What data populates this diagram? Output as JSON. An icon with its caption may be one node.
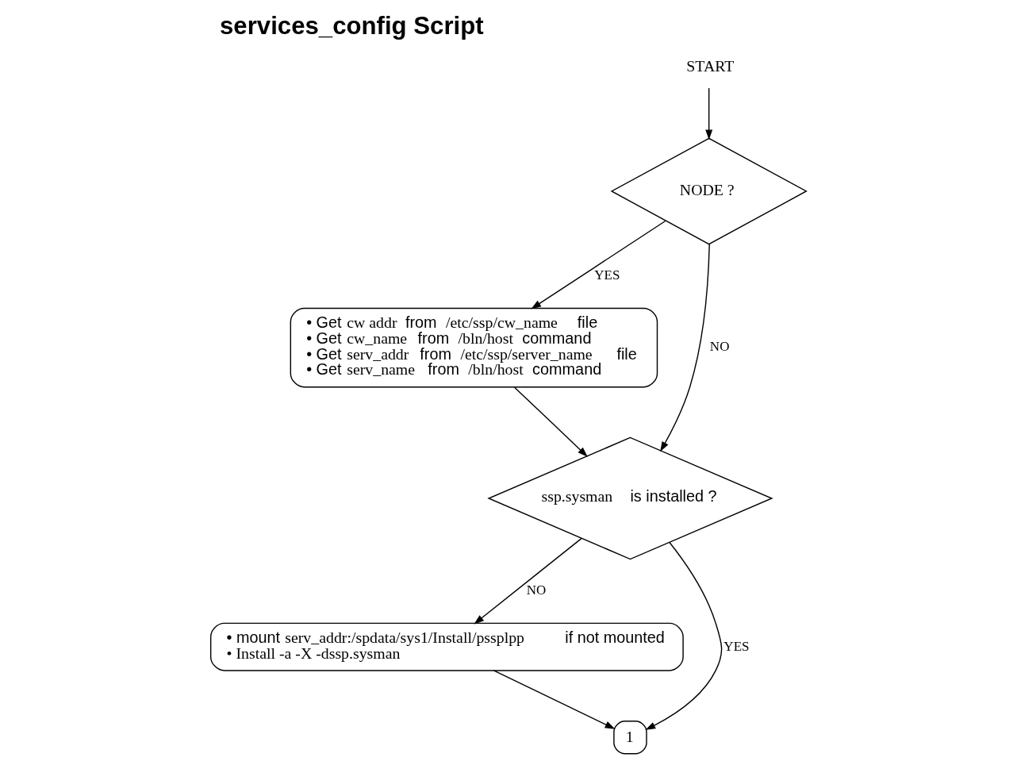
{
  "diagram": {
    "title": "services_config Script",
    "nodes": [
      {
        "text": [
          "START"
        ]
      },
      {
        "text": [
          "NODE ?"
        ]
      },
      {
        "text": [
          "• Get **cw addr** from **/etc/ssp/cw_name** file",
          "• Get **cw_name** from **/bln/host** command",
          "• Get **serv_addr** from **/etc/ssp/server_name** file",
          "• Get **serv_name** from **/bln/host** command"
        ]
      },
      {
        "text": [
          "**ssp.sysman** is installed ?"
        ]
      },
      {
        "text": [
          "• mount **serv_addr:/spdata/sys1/Install/pssplpp** if not mounted",
          "**• Install -a -X -dssp.sysman**"
        ]
      },
      {
        "text": [
          "1"
        ]
      }
    ],
    "edges": [
      {
        "from": 0,
        "to": 1,
        "arrow": "to"
      },
      {
        "from": 1,
        "to": 3,
        "label": "NO",
        "arrow": "to"
      },
      {
        "from": 1,
        "to": 2,
        "label": "YES",
        "arrow": "to"
      },
      {
        "from": 2,
        "to": 3,
        "arrow": "to"
      },
      {
        "from": 3,
        "to": 4,
        "label": "NO",
        "arrow": "to"
      },
      {
        "from": 3,
        "to": 5,
        "label": "YES",
        "arrow": "to"
      },
      {
        "from": 4,
        "to": 5,
        "arrow": "to"
      }
    ]
  }
}
